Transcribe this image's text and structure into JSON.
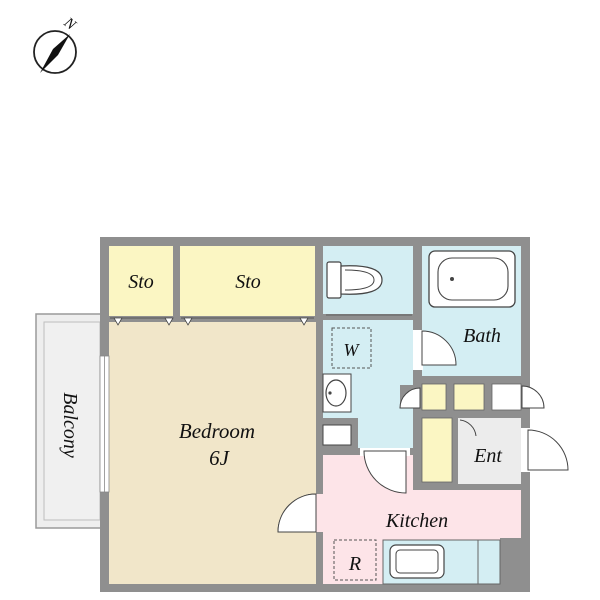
{
  "compass": {
    "letter": "N",
    "icon": "north-arrow-icon"
  },
  "rooms": {
    "storage_left": "Sto",
    "storage_right": "Sto",
    "bedroom": "Bedroom",
    "bedroom_size": "6J",
    "balcony": "Balcony",
    "washer": "W",
    "bath": "Bath",
    "entrance": "Ent",
    "kitchen": "Kitchen",
    "refrigerator": "R"
  },
  "colors": {
    "wall": "#8f8f8f",
    "bedroom": "#f1e6c9",
    "storage": "#fbf6c3",
    "wet_area": "#d4eef3",
    "kitchen": "#fde4e8",
    "entrance": "#ececec",
    "balcony": "#eeeeee"
  }
}
